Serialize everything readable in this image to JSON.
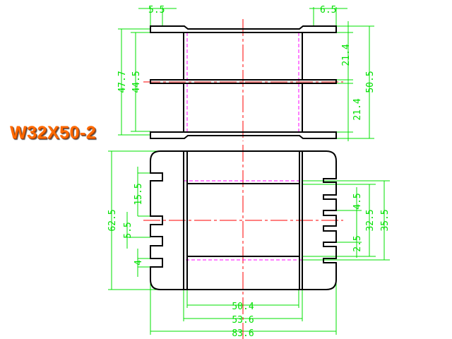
{
  "part_name": "W32X50-2",
  "colors": {
    "outline": "#000000",
    "dimension": "#00e000",
    "centerline": "#ff0000",
    "hidden": "#ff00ff",
    "title": "#ff6a00"
  },
  "top_view": {
    "dims": {
      "flange_left": "5.5",
      "flange_right": "6.5",
      "overall_left": "47.7",
      "inner_left": "44.5",
      "upper_section": "21.4",
      "lower_section": "21.4",
      "overall_right": "50.5"
    }
  },
  "front_view": {
    "dims": {
      "height": "62.5",
      "pin_gap_top": "15.5",
      "pin_pitch_left": "5.5",
      "pin_width": "4",
      "pin_pitch_right": "4.5",
      "slot_width": "2.5",
      "inner_height": "32.5",
      "outer_height": "35.5",
      "width_inner": "50.4",
      "width_mid": "53.6",
      "width_overall": "83.6"
    }
  }
}
